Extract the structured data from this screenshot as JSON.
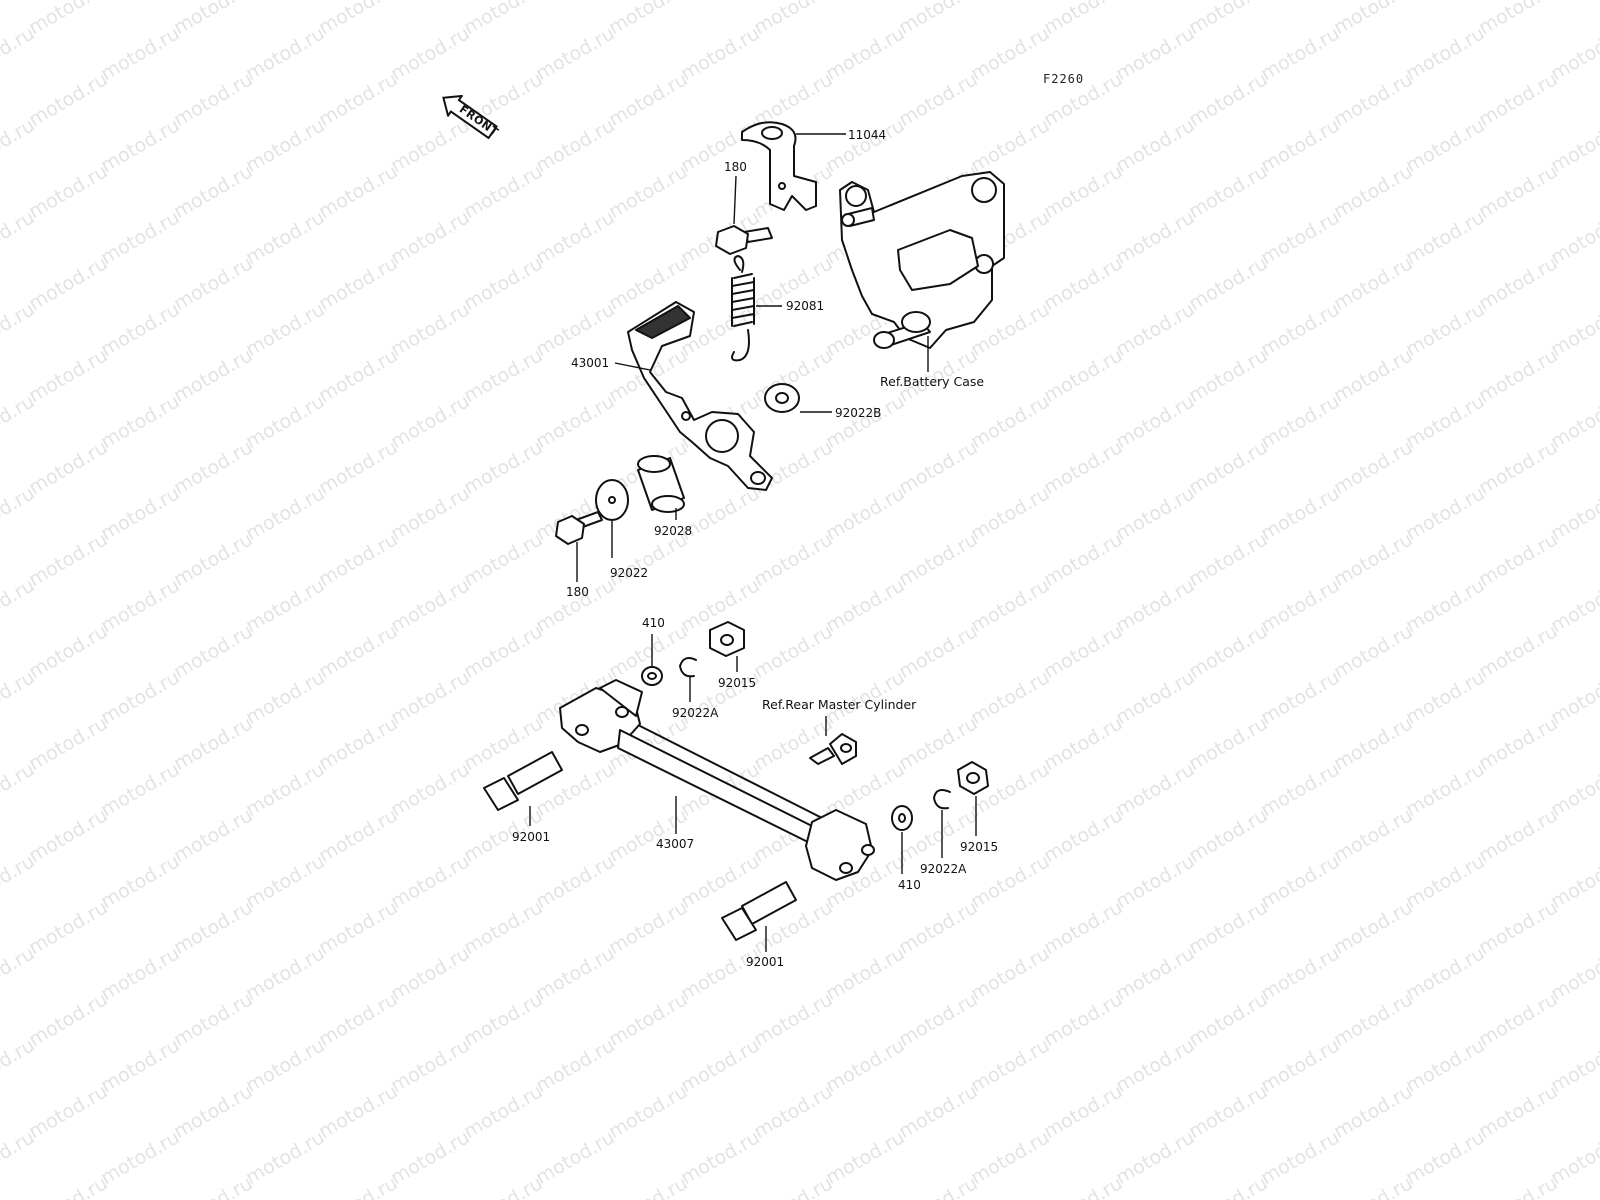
{
  "watermark": {
    "text": "motod.ru"
  },
  "figure_ref": "F2260",
  "front_label": "FRONT",
  "callouts": {
    "p11044": "11044",
    "p180_top": "180",
    "p92081": "92081",
    "p43001": "43001",
    "p92022B": "92022B",
    "p92028": "92028",
    "p92022": "92022",
    "p180_bottom": "180",
    "p410_top": "410",
    "p92022A_top": "92022A",
    "p92015_top": "92015",
    "p92001_left": "92001",
    "p43007": "43007",
    "p410_right": "410",
    "p92022A_right": "92022A",
    "p92015_right": "92015",
    "p92001_bottom": "92001"
  },
  "references": {
    "battery_case": "Ref.Battery Case",
    "rear_master_cylinder": "Ref.Rear Master Cylinder"
  }
}
